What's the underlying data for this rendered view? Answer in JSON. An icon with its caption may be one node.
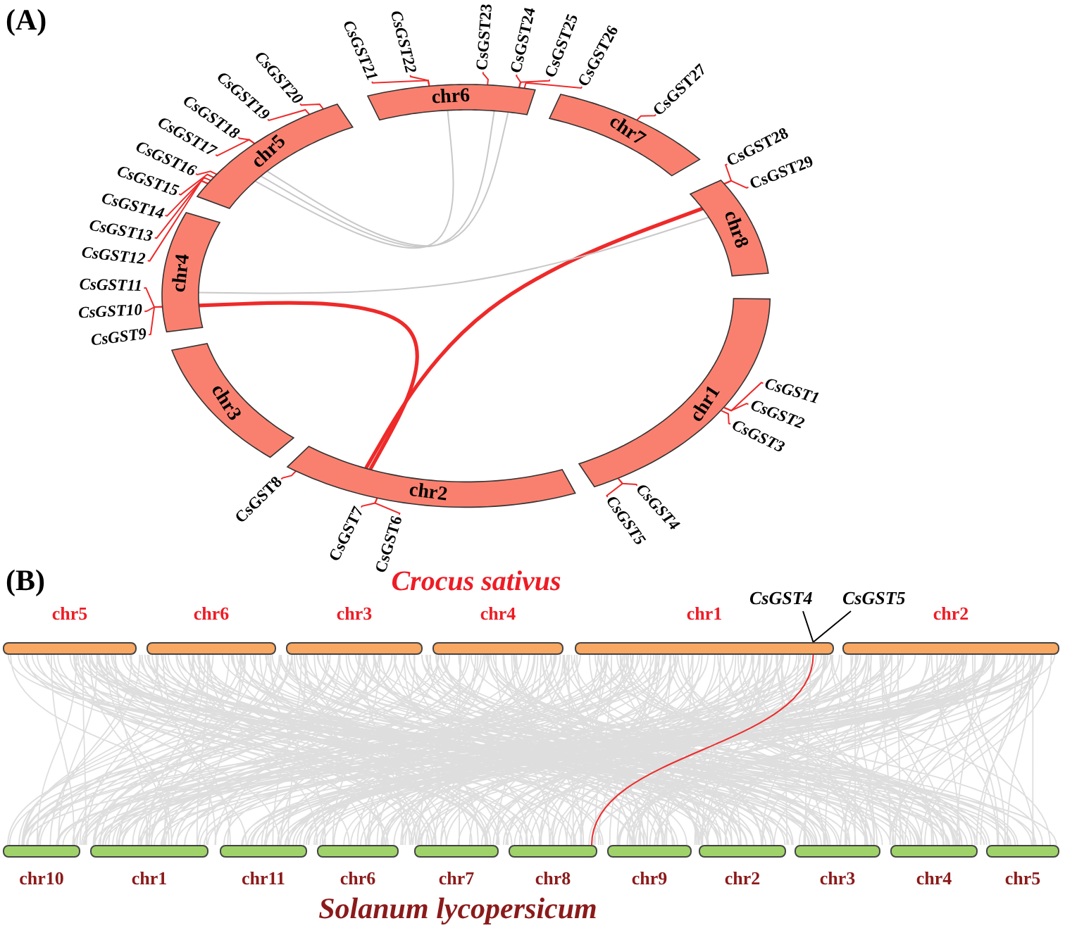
{
  "diagram": {
    "nodes": [
      {
        "text": [
          "chr1"
        ]
      },
      {
        "text": [
          "chr2"
        ]
      },
      {
        "text": [
          "chr3"
        ]
      },
      {
        "text": [
          "chr4"
        ]
      },
      {
        "text": [
          "chr5"
        ]
      },
      {
        "text": [
          "chr6"
        ]
      },
      {
        "text": [
          "chr7"
        ]
      },
      {
        "text": [
          "chr8"
        ]
      },
      {
        "text": [
          "CsGST1"
        ]
      },
      {
        "text": [
          "CsGST2"
        ]
      },
      {
        "text": [
          "CsGST3"
        ]
      },
      {
        "text": [
          "CsGST4"
        ]
      },
      {
        "text": [
          "CsGST5"
        ]
      },
      {
        "text": [
          "CsGST6"
        ]
      },
      {
        "text": [
          "CsGST7"
        ]
      },
      {
        "text": [
          "CsGST8"
        ]
      },
      {
        "text": [
          "CsGST9"
        ]
      },
      {
        "text": [
          "CsGST10"
        ]
      },
      {
        "text": [
          "CsGST11"
        ]
      },
      {
        "text": [
          "CsGST12"
        ]
      },
      {
        "text": [
          "CsGST13"
        ]
      },
      {
        "text": [
          "CsGST14"
        ]
      },
      {
        "text": [
          "CsGST15"
        ]
      },
      {
        "text": [
          "CsGST16"
        ]
      },
      {
        "text": [
          "CsGST17"
        ]
      },
      {
        "text": [
          "CsGST18"
        ]
      },
      {
        "text": [
          "CsGST19"
        ]
      },
      {
        "text": [
          "CsGST20"
        ]
      },
      {
        "text": [
          "CsGST21"
        ]
      },
      {
        "text": [
          "CsGST22"
        ]
      },
      {
        "text": [
          "CsGST23"
        ]
      },
      {
        "text": [
          "CsGST24"
        ]
      },
      {
        "text": [
          "CsGST25"
        ]
      },
      {
        "text": [
          "CsGST26"
        ]
      },
      {
        "text": [
          "CsGST27"
        ]
      },
      {
        "text": [
          "CsGST28"
        ]
      },
      {
        "text": [
          "CsGST29"
        ]
      },
      {
        "text": [
          "chr5"
        ]
      },
      {
        "text": [
          "chr6"
        ]
      },
      {
        "text": [
          "chr3"
        ]
      },
      {
        "text": [
          "chr4"
        ]
      },
      {
        "text": [
          "chr1"
        ]
      },
      {
        "text": [
          "chr2"
        ]
      },
      {
        "text": [
          "chr10"
        ]
      },
      {
        "text": [
          "chr1"
        ]
      },
      {
        "text": [
          "chr11"
        ]
      },
      {
        "text": [
          "chr6"
        ]
      },
      {
        "text": [
          "chr7"
        ]
      },
      {
        "text": [
          "chr8"
        ]
      },
      {
        "text": [
          "chr9"
        ]
      },
      {
        "text": [
          "chr2"
        ]
      },
      {
        "text": [
          "chr3"
        ]
      },
      {
        "text": [
          "chr4"
        ]
      },
      {
        "text": [
          "chr5"
        ]
      },
      {
        "text": [
          "CsGST4"
        ]
      },
      {
        "text": [
          "CsGST5"
        ]
      }
    ],
    "edges": [
      {
        "from": 8,
        "to": 0,
        "arrow": "none"
      },
      {
        "from": 9,
        "to": 0,
        "arrow": "none"
      },
      {
        "from": 10,
        "to": 0,
        "arrow": "none"
      },
      {
        "from": 11,
        "to": 0,
        "arrow": "none"
      },
      {
        "from": 12,
        "to": 0,
        "arrow": "none"
      },
      {
        "from": 13,
        "to": 1,
        "arrow": "none"
      },
      {
        "from": 14,
        "to": 1,
        "arrow": "none"
      },
      {
        "from": 15,
        "to": 1,
        "arrow": "none"
      },
      {
        "from": 16,
        "to": 3,
        "arrow": "none"
      },
      {
        "from": 17,
        "to": 3,
        "arrow": "none"
      },
      {
        "from": 18,
        "to": 3,
        "arrow": "none"
      },
      {
        "from": 19,
        "to": 4,
        "arrow": "none"
      },
      {
        "from": 20,
        "to": 4,
        "arrow": "none"
      },
      {
        "from": 21,
        "to": 4,
        "arrow": "none"
      },
      {
        "from": 22,
        "to": 4,
        "arrow": "none"
      },
      {
        "from": 23,
        "to": 4,
        "arrow": "none"
      },
      {
        "from": 24,
        "to": 4,
        "arrow": "none"
      },
      {
        "from": 25,
        "to": 4,
        "arrow": "none"
      },
      {
        "from": 26,
        "to": 4,
        "arrow": "none"
      },
      {
        "from": 27,
        "to": 4,
        "arrow": "none"
      },
      {
        "from": 28,
        "to": 5,
        "arrow": "none"
      },
      {
        "from": 29,
        "to": 5,
        "arrow": "none"
      },
      {
        "from": 30,
        "to": 5,
        "arrow": "none"
      },
      {
        "from": 31,
        "to": 5,
        "arrow": "none"
      },
      {
        "from": 32,
        "to": 5,
        "arrow": "none"
      },
      {
        "from": 33,
        "to": 5,
        "arrow": "none"
      },
      {
        "from": 34,
        "to": 6,
        "arrow": "none"
      },
      {
        "from": 35,
        "to": 7,
        "arrow": "none"
      },
      {
        "from": 36,
        "to": 7,
        "arrow": "none"
      },
      {
        "from": 3,
        "to": 1,
        "arrow": "none",
        "style": "thick"
      },
      {
        "from": 1,
        "to": 7,
        "arrow": "none",
        "style": "thick"
      },
      {
        "from": 3,
        "to": 7,
        "arrow": "none",
        "color": "#c8c8c8"
      },
      {
        "from": 4,
        "to": 5,
        "arrow": "none",
        "color": "#c8c8c8"
      },
      {
        "from": 4,
        "to": 5,
        "arrow": "none",
        "color": "#c8c8c8"
      },
      {
        "from": 4,
        "to": 5,
        "arrow": "none",
        "color": "#c8c8c8"
      },
      {
        "from": 54,
        "to": 41,
        "arrow": "none",
        "color": "#000000"
      },
      {
        "from": 55,
        "to": 41,
        "arrow": "none",
        "color": "#000000"
      },
      {
        "from": 41,
        "to": 48,
        "arrow": "none"
      }
    ],
    "labels": [
      "(A)",
      "(B)",
      "Crocus sativus",
      "Solanum lycopersicum"
    ]
  }
}
